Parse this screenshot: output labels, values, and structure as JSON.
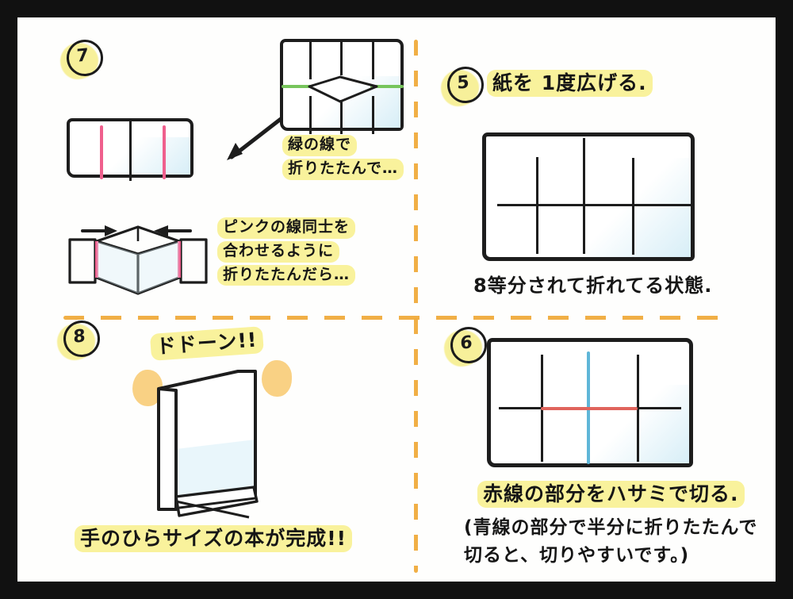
{
  "document": {
    "title": "手のひらサイズの本の作り方",
    "language": "ja",
    "frame_color": "#111111",
    "paper_color": "#fefefd",
    "highlight_color": "#f9f29c",
    "divider_color": "#f0ab3c"
  },
  "panels": [
    {
      "id": "step-7",
      "badge": "7",
      "position": "top-left",
      "captions": [
        {
          "id": "green-fold",
          "style": "highlight",
          "lines": [
            "緑の線で",
            "折りたたんで…"
          ]
        },
        {
          "id": "pink-match",
          "style": "highlight",
          "lines": [
            "ピンクの線同士を",
            "合わせるように",
            "折りたたんだら…"
          ]
        }
      ],
      "diagrams": [
        {
          "id": "green-line-sheet",
          "note": "緑の線入りの8等分された紙",
          "marker_color": "#77c55c"
        },
        {
          "id": "pink-line-sheet",
          "note": "ピンクの線入りの折りたたんだ紙",
          "marker_color": "#ef5f8d"
        },
        {
          "id": "pink-fold-open",
          "note": "ピンクの線を合わせて折る途中",
          "marker_color": "#ef5f8d"
        }
      ],
      "arrows": [
        "arrow-down-left",
        "arrow-right",
        "arrow-left"
      ]
    },
    {
      "id": "step-5",
      "badge": "5",
      "position": "top-right",
      "captions": [
        {
          "id": "unfold-title",
          "style": "highlight",
          "lines": [
            "紙を 1度広げる."
          ]
        },
        {
          "id": "eighths-note",
          "style": "plain",
          "lines": [
            "8等分されて折れてる状態."
          ]
        }
      ],
      "diagrams": [
        {
          "id": "unfolded-sheet",
          "note": "8等分の折り目がついた紙"
        }
      ]
    },
    {
      "id": "step-8",
      "badge": "8",
      "position": "bottom-left",
      "captions": [
        {
          "id": "dodo-n",
          "style": "highlight",
          "lines": [
            "ドドーン!!"
          ]
        },
        {
          "id": "complete-note",
          "style": "highlight",
          "lines": [
            "手のひらサイズの本が完成!!"
          ]
        }
      ],
      "diagrams": [
        {
          "id": "finished-book",
          "note": "完成した手のひらサイズの本"
        }
      ],
      "decorations": [
        "sparkle-left",
        "sparkle-right"
      ]
    },
    {
      "id": "step-6",
      "badge": "6",
      "position": "bottom-right",
      "captions": [
        {
          "id": "cut-red",
          "style": "highlight",
          "lines": [
            "赤線の部分をハサミで切る."
          ]
        },
        {
          "id": "cut-tip",
          "style": "plain",
          "lines": [
            "(青線の部分で半分に折りたたんで",
            " 切ると、切りやすいです。)"
          ]
        }
      ],
      "diagrams": [
        {
          "id": "cut-guide-sheet",
          "note": "赤線と青線が引かれた紙",
          "red_color": "#e0645c",
          "blue_color": "#5fb6d8"
        }
      ]
    }
  ]
}
